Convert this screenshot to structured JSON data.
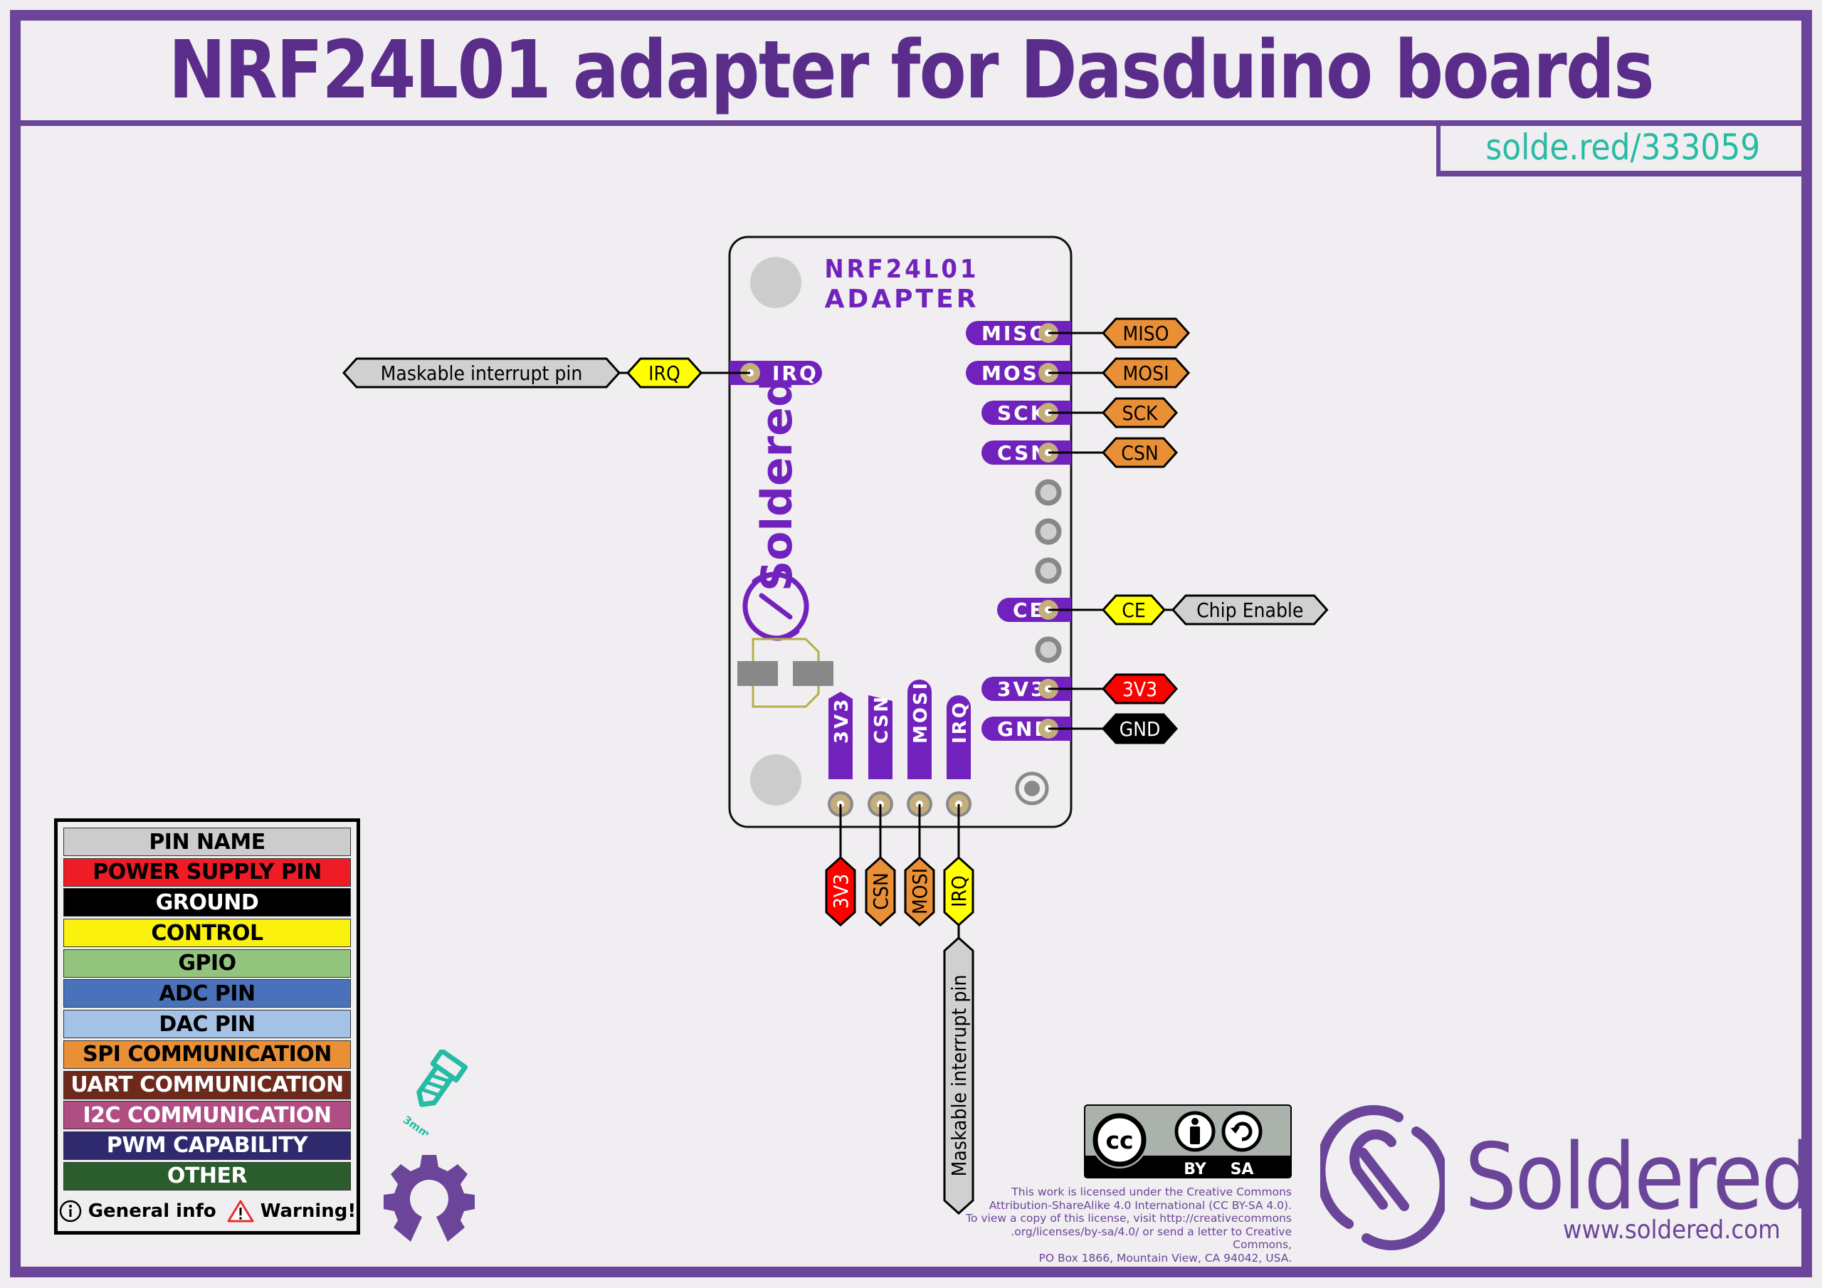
{
  "header": {
    "title": "NRF24L01 adapter for Dasduino boards",
    "link": "solde.red/333059"
  },
  "board": {
    "silkscreen_line1": "NRF24L01",
    "silkscreen_line2": "ADAPTER",
    "brand_text": "Soldered",
    "left_pins": [
      {
        "pad": "IRQ",
        "labels": [
          {
            "text": "IRQ",
            "type": "control"
          },
          {
            "text": "Maskable interrupt pin",
            "type": "info"
          }
        ]
      }
    ],
    "right_pins": [
      {
        "pad": "MISO",
        "labels": [
          {
            "text": "MISO",
            "type": "spi"
          }
        ]
      },
      {
        "pad": "MOSI",
        "labels": [
          {
            "text": "MOSI",
            "type": "spi"
          }
        ]
      },
      {
        "pad": "SCK",
        "labels": [
          {
            "text": "SCK",
            "type": "spi"
          }
        ]
      },
      {
        "pad": "CSN",
        "labels": [
          {
            "text": "CSN",
            "type": "spi"
          }
        ]
      },
      {
        "pad": "",
        "labels": []
      },
      {
        "pad": "",
        "labels": []
      },
      {
        "pad": "",
        "labels": []
      },
      {
        "pad": "CE",
        "labels": [
          {
            "text": "CE",
            "type": "control"
          },
          {
            "text": "Chip Enable",
            "type": "info"
          }
        ]
      },
      {
        "pad": "",
        "labels": []
      },
      {
        "pad": "3V3",
        "labels": [
          {
            "text": "3V3",
            "type": "power"
          }
        ]
      },
      {
        "pad": "GND",
        "labels": [
          {
            "text": "GND",
            "type": "ground"
          }
        ]
      }
    ],
    "bottom_pins": [
      {
        "pad": "3V3",
        "labels": [
          {
            "text": "3V3",
            "type": "power"
          }
        ]
      },
      {
        "pad": "CSN",
        "labels": [
          {
            "text": "CSN",
            "type": "spi"
          }
        ]
      },
      {
        "pad": "MOSI",
        "labels": [
          {
            "text": "MOSI",
            "type": "spi"
          }
        ]
      },
      {
        "pad": "IRQ",
        "labels": [
          {
            "text": "IRQ",
            "type": "control"
          },
          {
            "text": "Maskable interrupt pin",
            "type": "info"
          }
        ]
      }
    ]
  },
  "label_colors": {
    "power": {
      "bg": "#ff0000",
      "fg": "#ffffff"
    },
    "ground": {
      "bg": "#000000",
      "fg": "#ffffff"
    },
    "control": {
      "bg": "#ffff00",
      "fg": "#000000"
    },
    "spi": {
      "bg": "#e98f35",
      "fg": "#000000"
    },
    "info": {
      "bg": "#d0d0d0",
      "fg": "#000000"
    }
  },
  "colors": {
    "frame": "#6b4599",
    "pad": "#7122bd",
    "accent": "#26bba4"
  },
  "legend": {
    "rows": [
      {
        "label": "PIN NAME",
        "bg": "#cccccc",
        "fg": "#000000"
      },
      {
        "label": "POWER SUPPLY PIN",
        "bg": "#ee1c24",
        "fg": "#000000"
      },
      {
        "label": "GROUND",
        "bg": "#000000",
        "fg": "#ffffff"
      },
      {
        "label": "CONTROL",
        "bg": "#fbf10f",
        "fg": "#000000"
      },
      {
        "label": "GPIO",
        "bg": "#93c47d",
        "fg": "#000000"
      },
      {
        "label": "ADC PIN",
        "bg": "#4a72ba",
        "fg": "#000000"
      },
      {
        "label": "DAC PIN",
        "bg": "#a4c2e6",
        "fg": "#000000"
      },
      {
        "label": "SPI COMMUNICATION",
        "bg": "#e98f35",
        "fg": "#000000"
      },
      {
        "label": "UART COMMUNICATION",
        "bg": "#6d2a1c",
        "fg": "#ffffff"
      },
      {
        "label": "I2C COMMUNICATION",
        "bg": "#b04e84",
        "fg": "#ffffff"
      },
      {
        "label": "PWM CAPABILITY",
        "bg": "#2f2a6e",
        "fg": "#ffffff"
      },
      {
        "label": "OTHER",
        "bg": "#2a5c2c",
        "fg": "#ffffff"
      }
    ],
    "general_info": "General info",
    "warning": "Warning!"
  },
  "screw": {
    "size_label": "3mm"
  },
  "license": {
    "badge_by": "BY",
    "badge_sa": "SA",
    "badge_cc": "cc",
    "lines": [
      "This work is licensed under the Creative Commons",
      "Attribution-ShareAlike 4.0 International (CC BY-SA 4.0).",
      "To view a copy of this license, visit http://creativecommons",
      ".org/licenses/by-sa/4.0/ or send a letter to Creative Commons,",
      "PO Box 1866, Mountain View, CA 94042, USA."
    ]
  },
  "brand": {
    "name": "Soldered",
    "url": "www.soldered.com"
  }
}
